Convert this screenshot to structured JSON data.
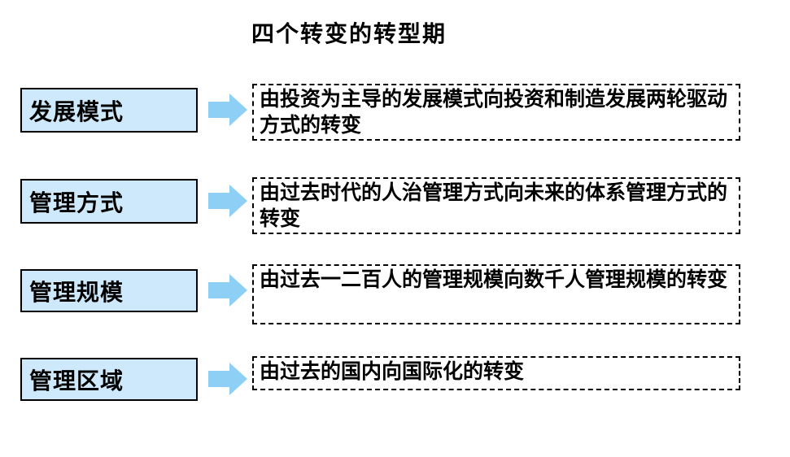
{
  "title": "四个转变的转型期",
  "colors": {
    "box_fill": "#cde9fb",
    "box_border": "#000000",
    "arrow": "#8dcff5",
    "dashed_border": "#000000",
    "text": "#000000",
    "background": "#ffffff"
  },
  "rows": [
    {
      "label": "发展模式",
      "description": "由投资为主导的发展模式向投资和制造发展两轮驱动方式的转变"
    },
    {
      "label": "管理方式",
      "description": "由过去时代的人治管理方式向未来的体系管理方式的转变"
    },
    {
      "label": "管理规模",
      "description": "由过去一二百人的管理规模向数千人管理规模的转变"
    },
    {
      "label": "管理区域",
      "description": "由过去的国内向国际化的转变"
    }
  ]
}
